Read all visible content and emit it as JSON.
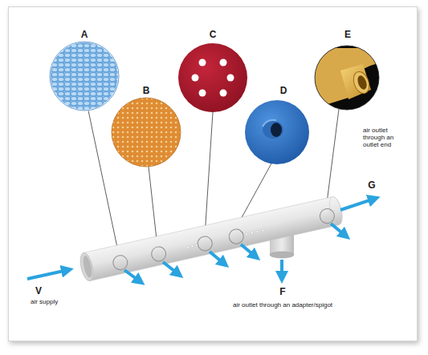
{
  "diagram": {
    "labels": [
      "A",
      "B",
      "C",
      "D",
      "E",
      "air outlet through an outlet end",
      "G",
      "V",
      "air supply",
      "F",
      "air outlet through an adapter/spigot"
    ]
  }
}
